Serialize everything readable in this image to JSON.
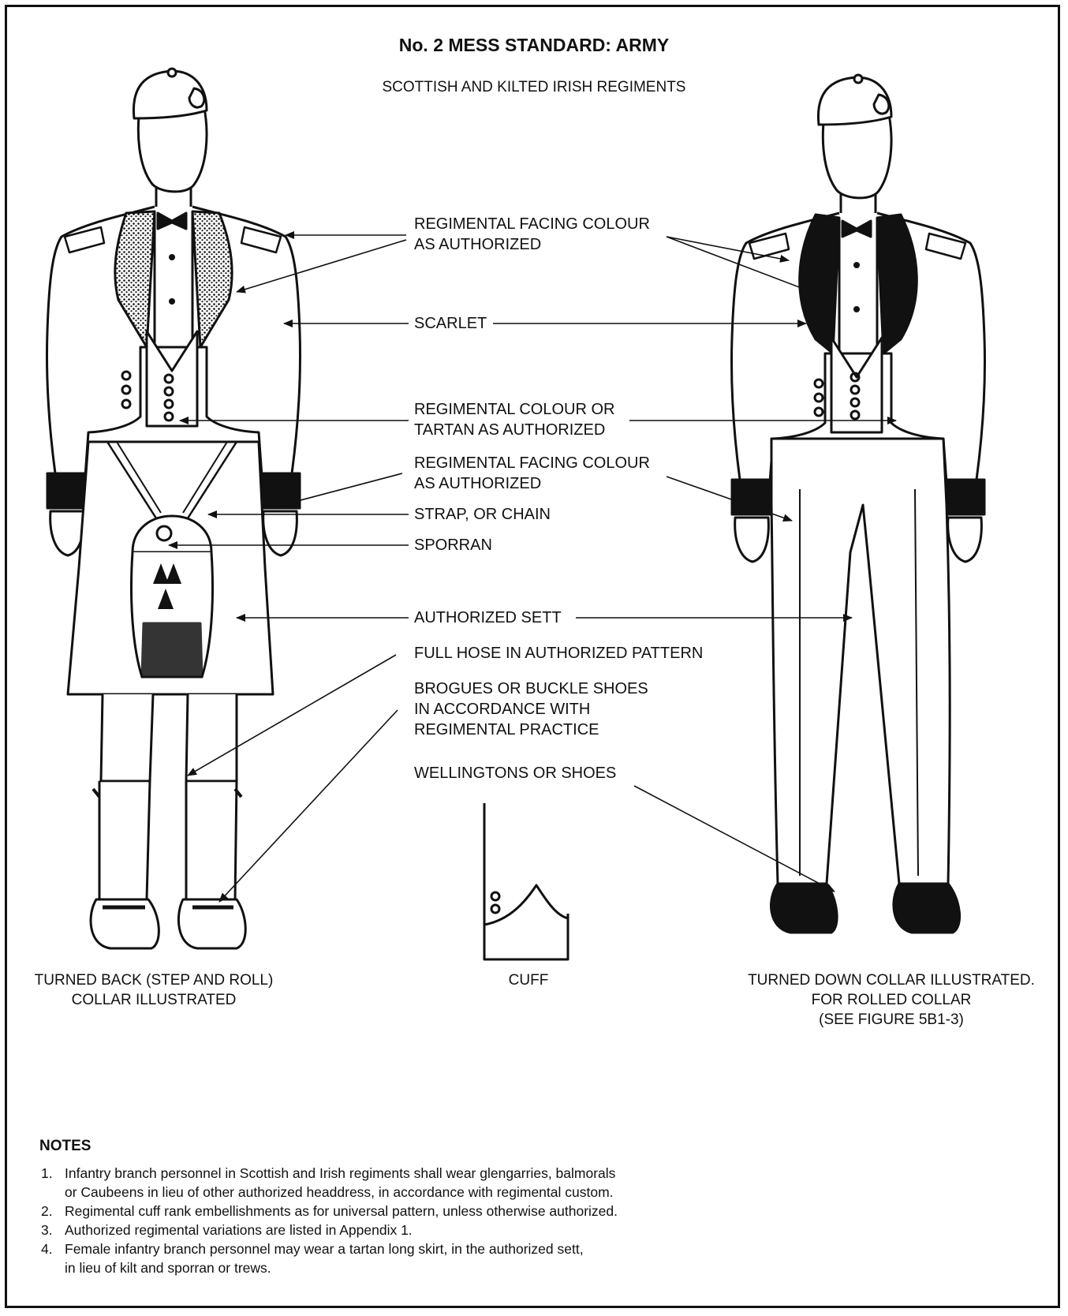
{
  "header": {
    "title": "No. 2 MESS STANDARD: ARMY",
    "subtitle": "SCOTTISH AND KILTED IRISH REGIMENTS"
  },
  "callouts": [
    {
      "key": "facing-collar",
      "lines": [
        "REGIMENTAL FACING COLOUR",
        "AS AUTHORIZED"
      ]
    },
    {
      "key": "scarlet",
      "lines": [
        "SCARLET"
      ]
    },
    {
      "key": "waistcoat",
      "lines": [
        "REGIMENTAL COLOUR OR",
        "TARTAN AS AUTHORIZED"
      ]
    },
    {
      "key": "facing-cuff",
      "lines": [
        "REGIMENTAL FACING COLOUR",
        "AS AUTHORIZED"
      ]
    },
    {
      "key": "strap",
      "lines": [
        "STRAP, OR CHAIN"
      ]
    },
    {
      "key": "sporran",
      "lines": [
        "SPORRAN"
      ]
    },
    {
      "key": "sett",
      "lines": [
        "AUTHORIZED SETT"
      ]
    },
    {
      "key": "hose",
      "lines": [
        "FULL HOSE IN AUTHORIZED PATTERN"
      ]
    },
    {
      "key": "brogues",
      "lines": [
        "BROGUES OR BUCKLE SHOES",
        "IN ACCORDANCE WITH",
        "REGIMENTAL PRACTICE"
      ]
    },
    {
      "key": "wellingtons",
      "lines": [
        "WELLINGTONS OR SHOES"
      ]
    }
  ],
  "captions": {
    "left": [
      "TURNED BACK (STEP AND ROLL)",
      "COLLAR ILLUSTRATED"
    ],
    "center": [
      "CUFF"
    ],
    "right": [
      "TURNED DOWN COLLAR ILLUSTRATED.",
      "FOR ROLLED COLLAR",
      "(SEE FIGURE 5B1-3)"
    ]
  },
  "notes": {
    "heading": "NOTES",
    "items": [
      {
        "num": "1.",
        "lines": [
          "Infantry branch personnel in Scottish and Irish regiments shall wear glengarries, balmorals",
          "or Caubeens in lieu of other authorized headdress, in accordance with regimental custom."
        ]
      },
      {
        "num": "2.",
        "lines": [
          "Regimental cuff rank embellishments as for universal pattern, unless otherwise authorized."
        ]
      },
      {
        "num": "3.",
        "lines": [
          "Authorized regimental variations are listed in Appendix 1."
        ]
      },
      {
        "num": "4.",
        "lines": [
          "Female infantry branch personnel may wear a tartan long skirt, in the authorized sett,",
          "in lieu of kilt and sporran or trews."
        ]
      }
    ]
  }
}
